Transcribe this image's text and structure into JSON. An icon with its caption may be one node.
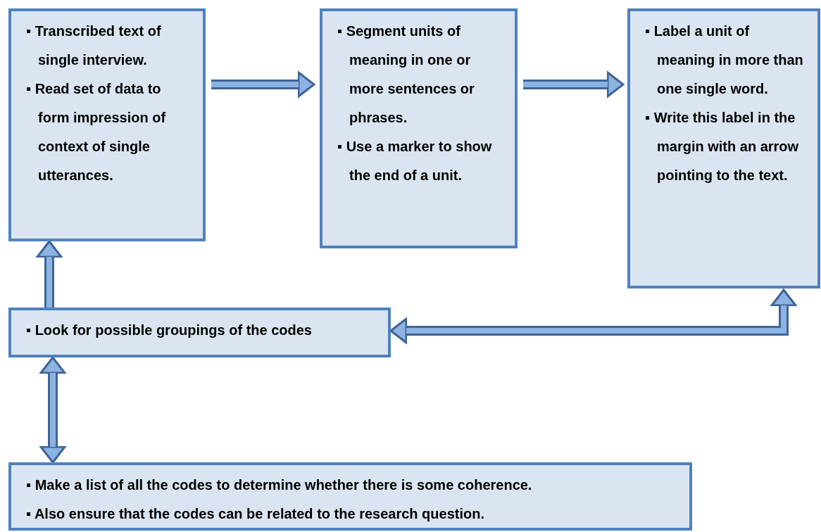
{
  "diagram": {
    "nodes": [
      {
        "text": [
          "▪ Transcribed text of single interview.",
          "▪ Read set of data to form impression of context of single utterances."
        ]
      },
      {
        "text": [
          "▪ Segment units of meaning in one or more sentences or phrases.",
          "▪ Use a marker to show the end of a unit."
        ]
      },
      {
        "text": [
          "▪ Label a unit of meaning in more than one single word.",
          "▪ Write this label in the margin with an arrow pointing to the text."
        ]
      },
      {
        "text": [
          "▪ Look for possible groupings of the codes"
        ]
      },
      {
        "text": [
          "▪ Make a list of all the codes to determine whether there is some coherence.",
          "▪ Also ensure that the codes can be related to the research question."
        ]
      }
    ],
    "edges": [
      {
        "from": 0,
        "to": 1,
        "arrow": "to"
      },
      {
        "from": 1,
        "to": 2,
        "arrow": "to"
      },
      {
        "from": 3,
        "to": 0,
        "arrow": "to"
      },
      {
        "from": 2,
        "to": 3,
        "arrow": "both"
      },
      {
        "from": 3,
        "to": 4,
        "arrow": "both"
      }
    ]
  }
}
